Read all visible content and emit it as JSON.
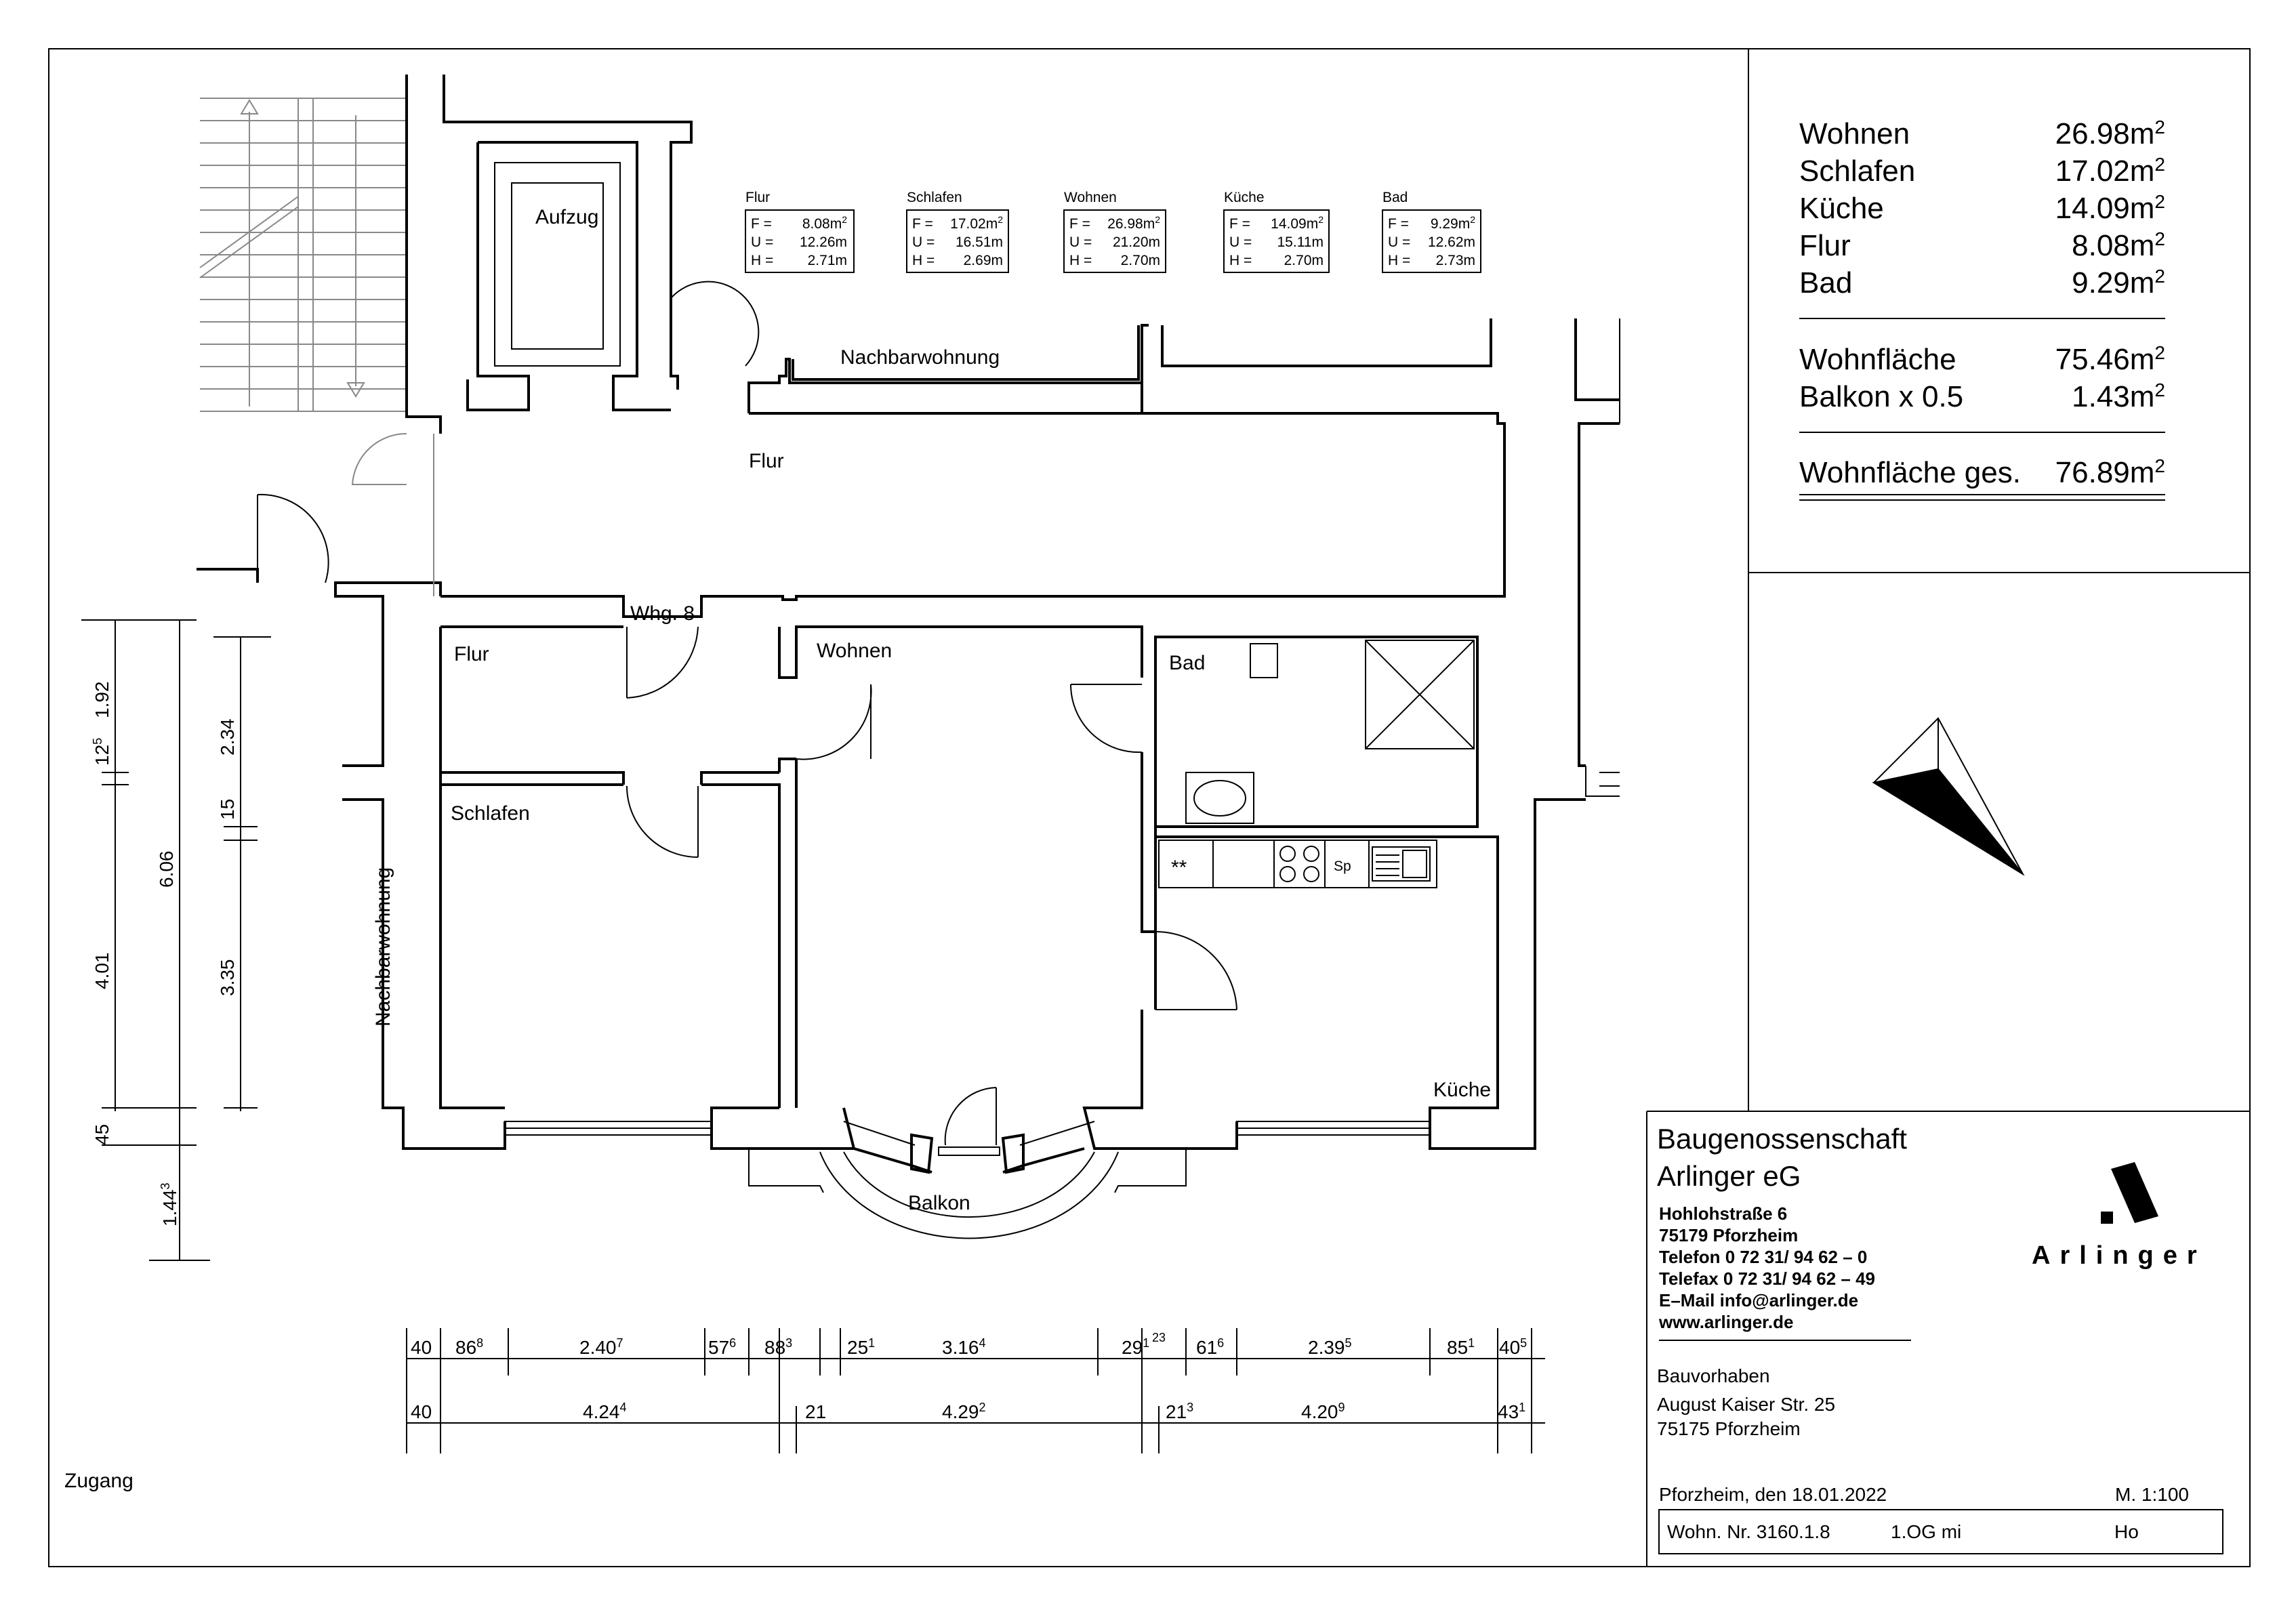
{
  "rooms": {
    "aufzug": "Aufzug",
    "flur_top": "Flur",
    "nachbar_top": "Nachbarwohnung",
    "nachbar_left": "Nachbarwohnung",
    "whg": "Whg. 8",
    "flur": "Flur",
    "wohnen": "Wohnen",
    "bad": "Bad",
    "schlafen": "Schlafen",
    "kueche": "Küche",
    "balkon": "Balkon",
    "zugang": "Zugang",
    "spuele_label": "Sp",
    "herd_label": "**"
  },
  "area_tables": [
    {
      "name": "Flur",
      "F": "8.08m",
      "U": "12.26m",
      "H": "2.71m"
    },
    {
      "name": "Schlafen",
      "F": "17.02m",
      "U": "16.51m",
      "H": "2.69m"
    },
    {
      "name": "Wohnen",
      "F": "26.98m",
      "U": "21.20m",
      "H": "2.70m"
    },
    {
      "name": "Küche",
      "F": "14.09m",
      "U": "15.11m",
      "H": "2.70m"
    },
    {
      "name": "Bad",
      "F": "9.29m",
      "U": "12.62m",
      "H": "2.73m"
    }
  ],
  "area_keys": {
    "F": "F  =",
    "U": "U  =",
    "H": "H  ="
  },
  "summary": {
    "rows": [
      {
        "label": "Wohnen",
        "value": "26.98m"
      },
      {
        "label": "Schlafen",
        "value": "17.02m"
      },
      {
        "label": "Küche",
        "value": "14.09m"
      },
      {
        "label": "Flur",
        "value": "8.08m"
      },
      {
        "label": "Bad",
        "value": "9.29m"
      }
    ],
    "wohnflaeche_label": "Wohnfläche",
    "wohnflaeche_value": "75.46m",
    "balkon_label": "Balkon  x  0.5",
    "balkon_value": "1.43m",
    "gesamt_label": "Wohnfläche  ges.",
    "gesamt_value": "76.89m",
    "sup": "2"
  },
  "dims_h1": [
    {
      "v": "40",
      "s": ""
    },
    {
      "v": "86",
      "s": "8"
    },
    {
      "v": "2.40",
      "s": "7"
    },
    {
      "v": "57",
      "s": "6"
    },
    {
      "v": "88",
      "s": "3"
    },
    {
      "v": "25",
      "s": "1"
    },
    {
      "v": "3.16",
      "s": "4"
    },
    {
      "v": "29",
      "s": "1"
    },
    {
      "v": "",
      "s": "23"
    },
    {
      "v": "61",
      "s": "6"
    },
    {
      "v": "2.39",
      "s": "5"
    },
    {
      "v": "85",
      "s": "1"
    },
    {
      "v": "40",
      "s": "5"
    }
  ],
  "dims_h2": [
    {
      "v": "40",
      "s": ""
    },
    {
      "v": "4.24",
      "s": "4"
    },
    {
      "v": "21",
      "s": ""
    },
    {
      "v": "4.29",
      "s": "2"
    },
    {
      "v": "21",
      "s": "3"
    },
    {
      "v": "4.20",
      "s": "9"
    },
    {
      "v": "43",
      "s": "1"
    }
  ],
  "dims_v1": [
    {
      "v": "12",
      "s": "5"
    },
    {
      "v": "1.92",
      "s": ""
    },
    {
      "v": "4.01",
      "s": ""
    },
    {
      "v": "45",
      "s": ""
    },
    {
      "v": "1.44",
      "s": "3"
    }
  ],
  "dims_v_total": {
    "v": "6.06",
    "s": ""
  },
  "dims_v2": [
    {
      "v": "2.34",
      "s": ""
    },
    {
      "v": "15",
      "s": ""
    },
    {
      "v": "3.35",
      "s": ""
    }
  ],
  "company": {
    "name1": "Baugenossenschaft",
    "name2": "Arlinger  eG",
    "street": "Hohlohstraße  6",
    "city": "75179  Pforzheim",
    "phone": "Telefon  0  72  31/  94  62  –  0",
    "fax": "Telefax  0  72  31/  94  62  –  49",
    "email": "E–Mail    info@arlinger.de",
    "web": "www.arlinger.de",
    "logo": "Arlinger"
  },
  "project": {
    "label": "Bauvorhaben",
    "street": "August  Kaiser  Str.  25",
    "city": "75175  Pforzheim"
  },
  "footer": {
    "place_date": "Pforzheim,  den  18.01.2022",
    "scale": "M.  1:100",
    "wohn_nr": "Wohn.  Nr.  3160.1.8",
    "floor": "1.OG  mi",
    "author": "Ho"
  }
}
